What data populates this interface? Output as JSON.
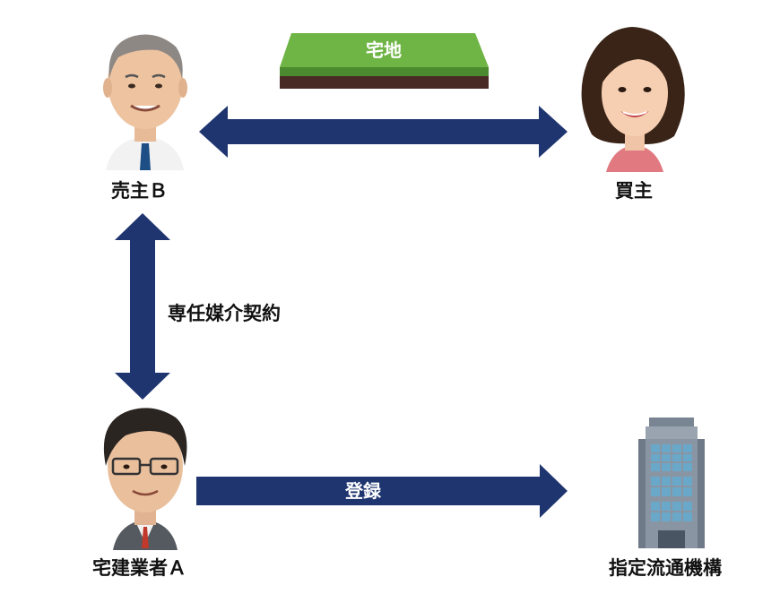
{
  "colors": {
    "arrow": "#1f3570",
    "land_top": "#6fb545",
    "land_soil": "#4a2a24",
    "building": "#8a95a3",
    "window": "#6aa8c9"
  },
  "land": {
    "label": "宅地"
  },
  "seller": {
    "label": "売主Ｂ",
    "icon": "seller-avatar-icon"
  },
  "buyer": {
    "label": "買主",
    "icon": "buyer-avatar-icon"
  },
  "broker": {
    "label": "宅建業者Ａ",
    "icon": "broker-avatar-icon"
  },
  "organization": {
    "label": "指定流通機構",
    "icon": "office-building-icon"
  },
  "contract": {
    "label": "専任媒介契約"
  },
  "registration": {
    "label": "登録"
  }
}
